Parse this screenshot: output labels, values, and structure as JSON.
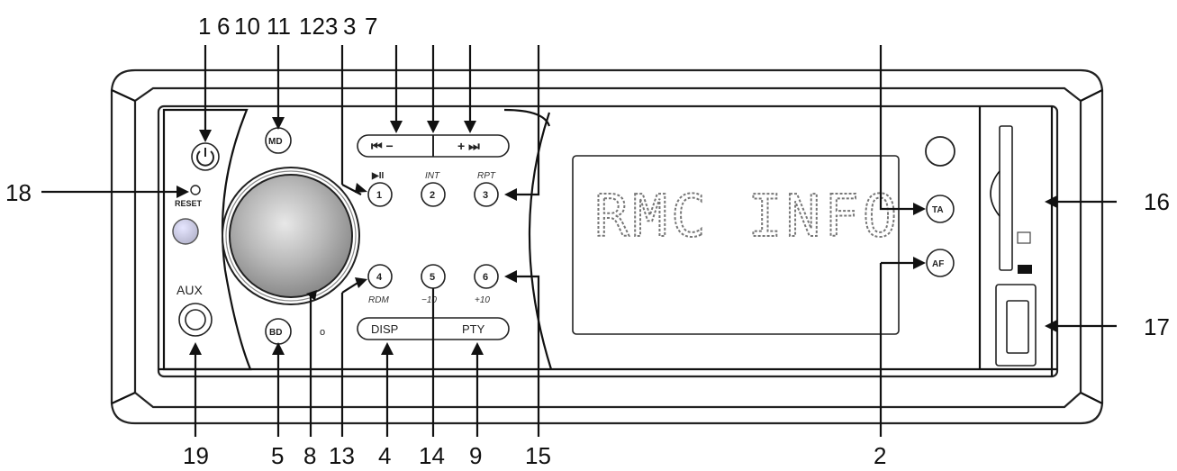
{
  "callouts": {
    "top": [
      "1",
      "6",
      "10",
      "11",
      "123",
      "3",
      "7"
    ],
    "bottom": [
      "19",
      "5",
      "8",
      "13",
      "4",
      "14",
      "9",
      "15",
      "2"
    ],
    "left": "18",
    "right_upper": "16",
    "right_lower": "17"
  },
  "panel": {
    "display_text": "RMC INFO",
    "labels": {
      "reset": "RESET",
      "aux": "AUX",
      "md": "MD",
      "bd": "BD",
      "ta": "TA",
      "af": "AF",
      "disp": "DISP",
      "pty": "PTY",
      "track_minus": "⏮ −",
      "track_plus": "+ ⏭",
      "play_pause": "▶II",
      "int": "INT",
      "rpt": "RPT",
      "rdm": "RDM",
      "minus10": "−10",
      "plus10": "+10",
      "small_o": "o"
    },
    "number_buttons": [
      "1",
      "2",
      "3",
      "4",
      "5",
      "6"
    ]
  }
}
